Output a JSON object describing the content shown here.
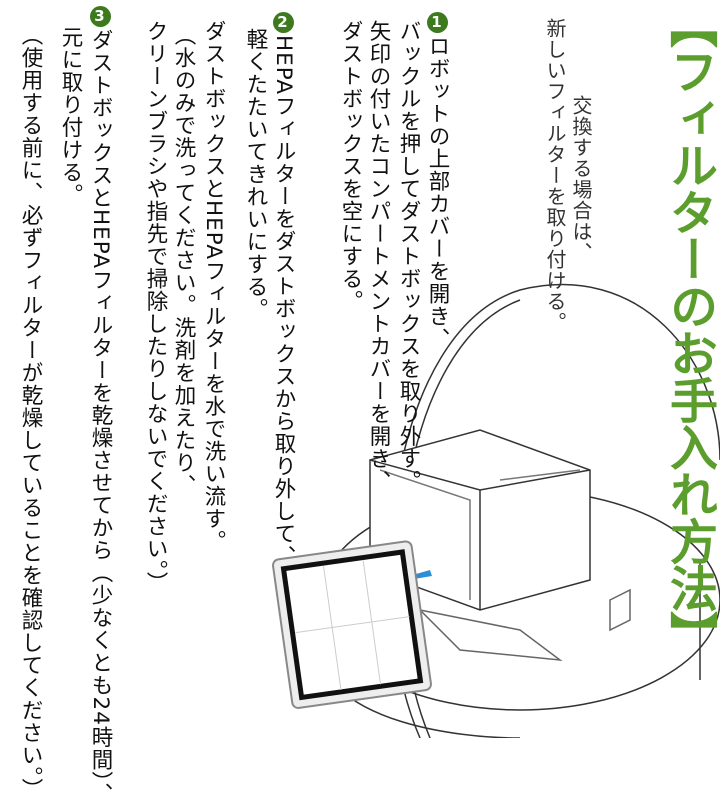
{
  "title": "【フィルターのお手入れ方法】",
  "subtitle": [
    "交換する場合は、",
    "新しいフィルターを取り付ける。"
  ],
  "steps": [
    {
      "number": "1",
      "lines": [
        "ロボットの上部カバーを開き、",
        "バックルを押してダストボックスを取り外す。",
        "矢印の付いたコンパートメントカバーを開き、",
        "ダストボックスを空にする。"
      ]
    },
    {
      "number": "2",
      "lines": [
        "HEPAフィルターをダストボックスから取り外して、",
        "軽くたたいてきれいにする。",
        "ダストボックスとHEPAフィルターを水で洗い流す。",
        "（水のみで洗ってください。洗剤を加えたり、",
        "クリーンブラシや指先で掃除したりしないでください。）"
      ]
    },
    {
      "number": "3",
      "lines": [
        "ダストボックスとHEPAフィルターを乾燥させてから（少なくとも24時間）、",
        "元に取り付ける。",
        "（使用する前に、必ずフィルターが乾燥していることを確認してください。）"
      ]
    }
  ],
  "colors": {
    "title": "#5c9e2e",
    "badge": "#3d7a1e",
    "arrow": "#2a8fd6"
  }
}
